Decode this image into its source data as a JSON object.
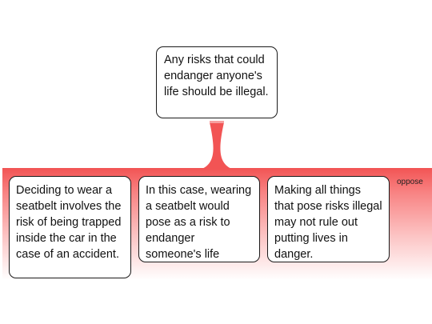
{
  "main_claim": {
    "text": "Any risks that could endanger anyone's life should be illegal."
  },
  "oppose_group": {
    "label": "oppose",
    "color": "#f25454",
    "reasons": [
      {
        "text": "Deciding to wear a seatbelt involves the risk of being trapped inside the car in the case of an accident."
      },
      {
        "text": "In this case, wearing a seatbelt would pose as a risk to endanger someone's life"
      },
      {
        "text": "Making all things that pose risks illegal may not rule out putting lives in danger."
      }
    ]
  }
}
